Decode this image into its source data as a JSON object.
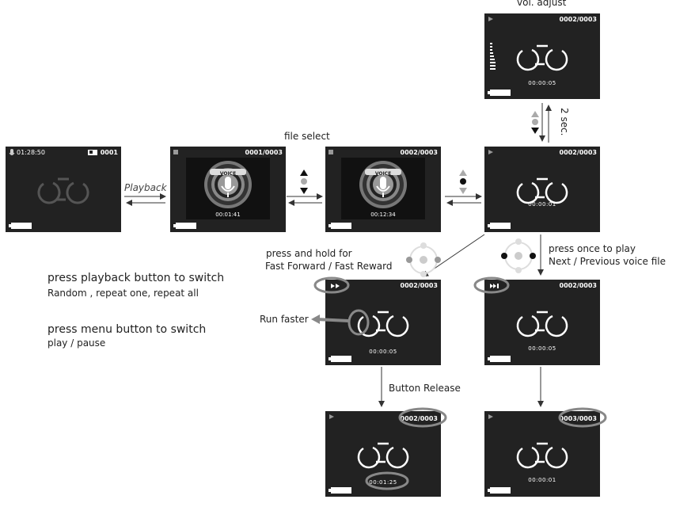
{
  "labels": {
    "vol_adjust": "vol. adjust",
    "file_select": "file select",
    "playback": "Playback",
    "two_sec": "2 sec.",
    "ff_line1": "press and hold for",
    "ff_line2": "Fast Forward / Fast Reward",
    "next_line1": "press once to play",
    "next_line2": "Next / Previous voice file",
    "run_faster": "Run faster",
    "button_release": "Button Release"
  },
  "notes": {
    "playback_title": "press playback button to switch",
    "playback_options": "Random , repeat one, repeat all",
    "menu_title": "press menu button to switch",
    "menu_options": "play / pause"
  },
  "screens": {
    "home": {
      "time": "01:28:50",
      "counter": "0001"
    },
    "file1": {
      "counter": "0001/0003",
      "time": "00:01:41",
      "voice_word": "VOICE"
    },
    "file2": {
      "counter": "0002/0003",
      "time": "00:12:34",
      "voice_word": "VOICE"
    },
    "play": {
      "counter": "0002/0003",
      "time": "00:00:01"
    },
    "vol": {
      "counter": "0002/0003",
      "time": "00:00:05"
    },
    "ff": {
      "counter": "0002/0003",
      "time": "00:00:05"
    },
    "next": {
      "counter": "0002/0003",
      "time": "00:00:05"
    },
    "release": {
      "counter": "0002/0003",
      "time": "00:01:25"
    },
    "next_result": {
      "counter": "0003/0003",
      "time": "00:00:01"
    }
  },
  "colors": {
    "screen_bg": "#222222",
    "highlight": "#888888",
    "line": "#333333"
  },
  "icons": [
    "play-icon",
    "stop-icon",
    "mic-icon",
    "battery-icon",
    "fast-forward-icon",
    "skip-next-icon",
    "reel-icon",
    "nav-pad-icon"
  ]
}
